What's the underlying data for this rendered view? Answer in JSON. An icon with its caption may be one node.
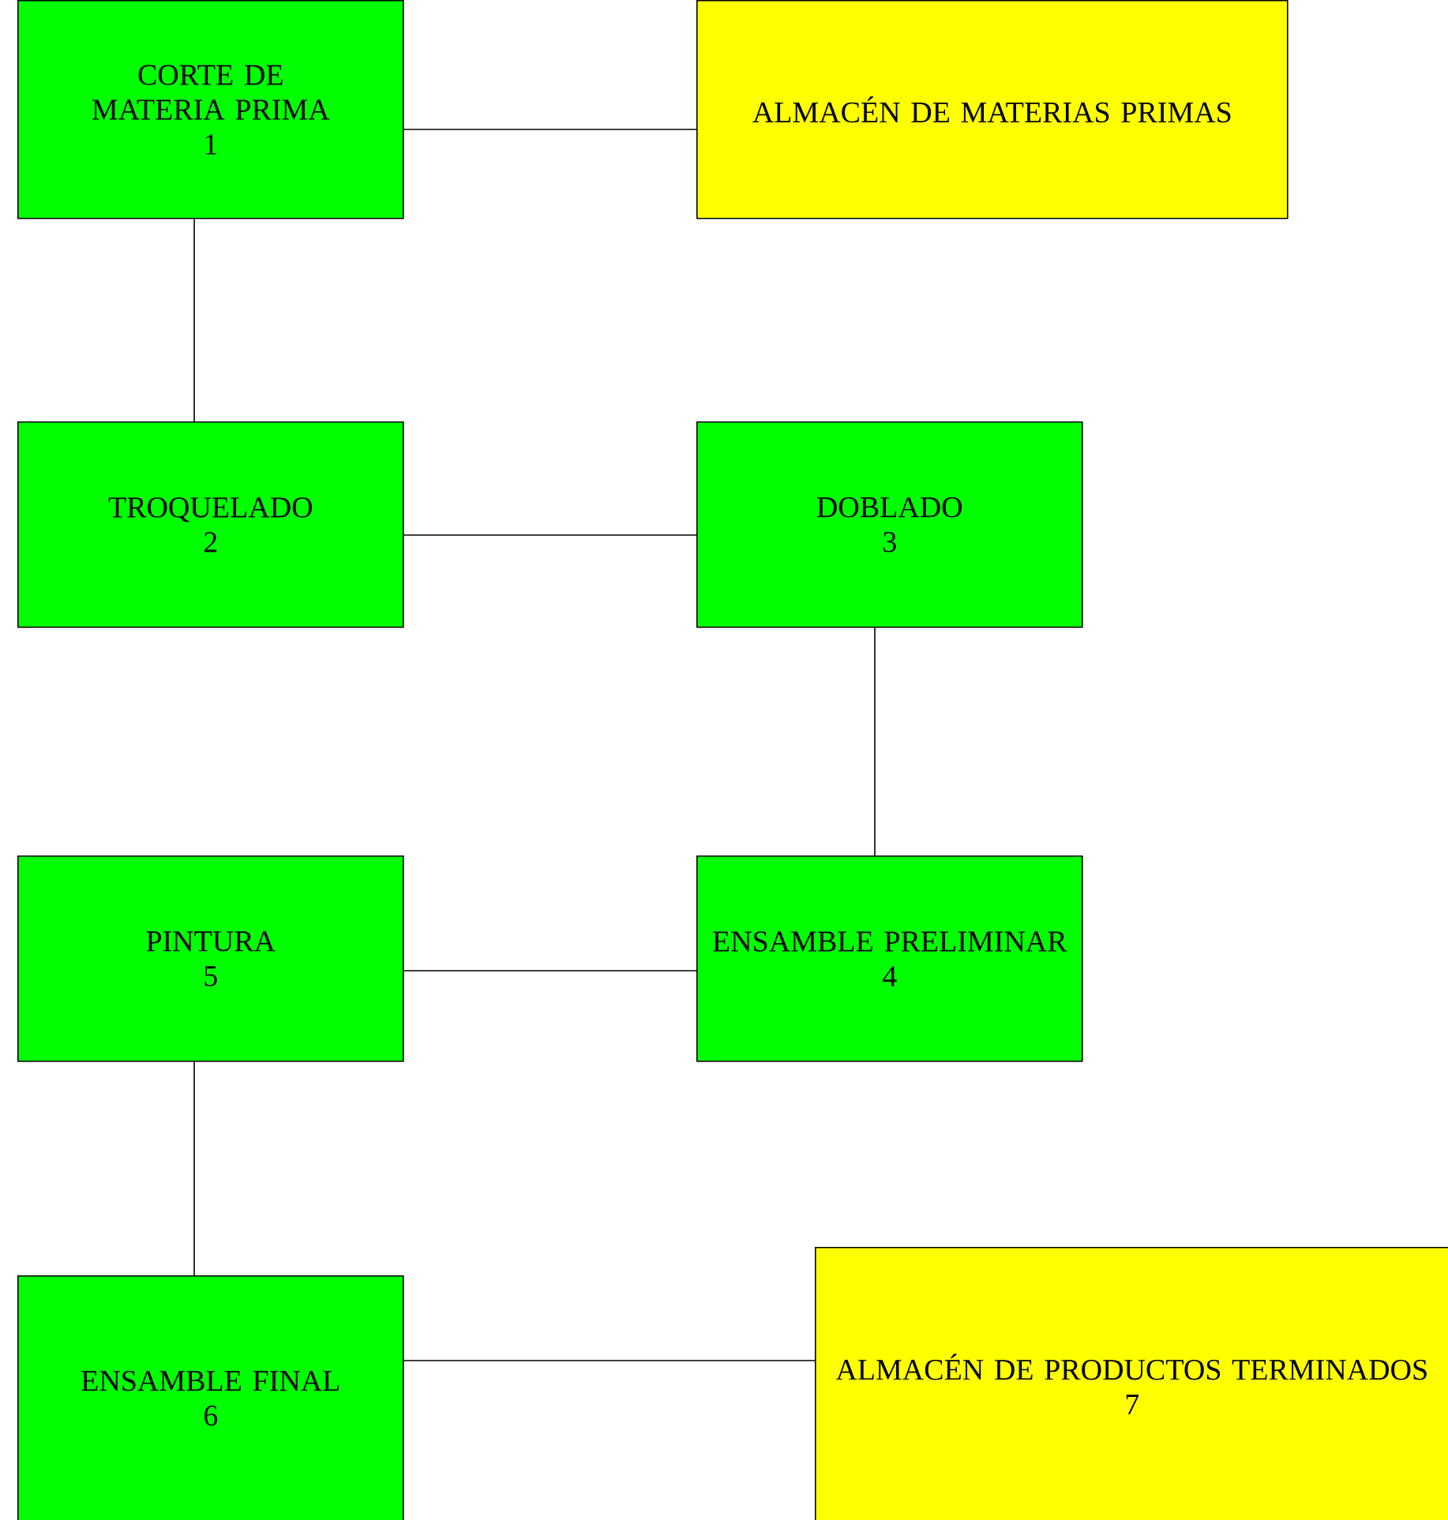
{
  "diagram": {
    "nodes": [
      {
        "text": [
          "CORTE DE MATERIA PRIMA",
          "1"
        ]
      },
      {
        "text": [
          "ALMACÉN DE MATERIAS PRIMAS"
        ]
      },
      {
        "text": [
          "TROQUELADO",
          "2"
        ]
      },
      {
        "text": [
          "DOBLADO",
          "3"
        ]
      },
      {
        "text": [
          "PINTURA",
          "5"
        ]
      },
      {
        "text": [
          "ENSAMBLE PRELIMINAR",
          "4"
        ]
      },
      {
        "text": [
          "ENSAMBLE FINAL",
          "6"
        ]
      },
      {
        "text": [
          "ALMACÉN DE PRODUCTOS TERMINADOS",
          "7"
        ]
      }
    ],
    "edges": [
      {
        "from": 0,
        "to": 1,
        "arrow": "none"
      },
      {
        "from": 0,
        "to": 2,
        "arrow": "none"
      },
      {
        "from": 2,
        "to": 3,
        "arrow": "none"
      },
      {
        "from": 3,
        "to": 5,
        "arrow": "none"
      },
      {
        "from": 5,
        "to": 4,
        "arrow": "none"
      },
      {
        "from": 4,
        "to": 6,
        "arrow": "none"
      },
      {
        "from": 6,
        "to": 7,
        "arrow": "none"
      }
    ]
  }
}
